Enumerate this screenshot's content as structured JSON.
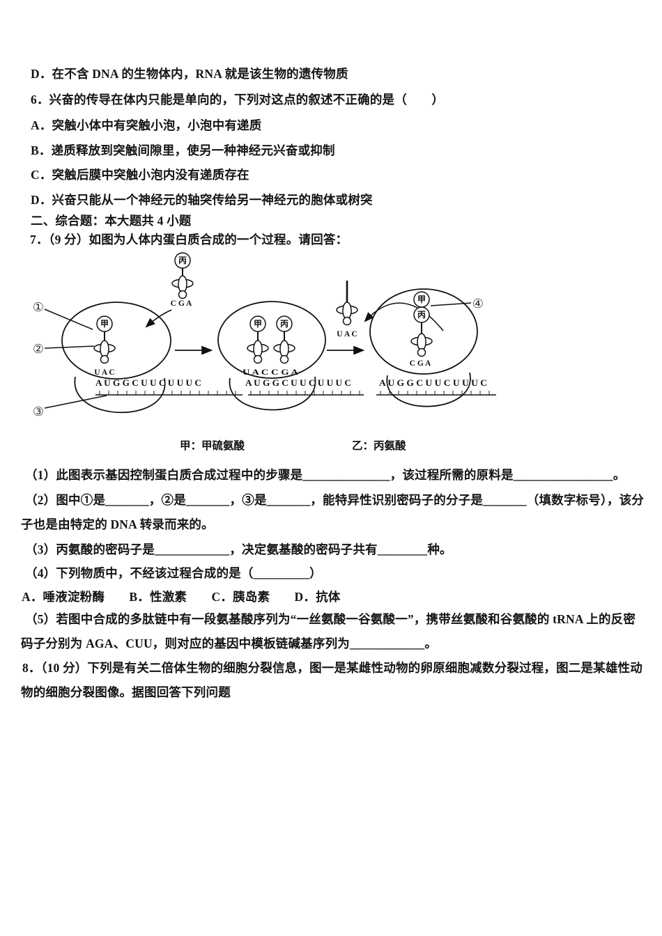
{
  "doc": {
    "lines": [
      "D．在不含 DNA 的生物体内，RNA 就是该生物的遗传物质",
      "6．兴奋的传导在体内只能是单向的，下列对这点的叙述不正确的是（　　）",
      "A．突触小体中有突触小泡，小泡中有递质",
      "B．递质释放到突触间隙里，使另一种神经元兴奋或抑制",
      "C．突触后膜中突触小泡内没有递质存在",
      "D．兴奋只能从一个神经元的轴突传给另一神经元的胞体或树突",
      "二、综合题：本大题共 4 小题",
      "7．（9 分）如图为人体内蛋白质合成的一个过程。请回答：",
      "（1）此图表示基因控制蛋白质合成过程中的步骤是______________，该过程所需的原料是________________。",
      "（2）图中①是_______，②是_______，③是_______，能特异性识别密码子的分子是_______（填数字标号），该分",
      "子也是由特定的 DNA 转录而来的。",
      "（3）丙氨酸的密码子是____________，决定氨基酸的密码子共有________种。",
      "（4）下列物质中，不经该过程合成的是（_________）",
      "A．唾液淀粉酶　　B．性激素　　C．胰岛素　　D．抗体",
      "（5）若图中合成的多肽链中有一段氨基酸序列为“一丝氨酸一谷氨酸一”，携带丝氨酸和谷氨酸的 tRNA 上的反密",
      "码子分别为 AGA、CUU，则对应的基因中模板链碱基序列为____________。",
      "8．（10 分）下列是有关二倍体生物的细胞分裂信息，图一是某雌性动物的卵原细胞减数分裂过程，图二是某雄性动",
      "物的细胞分裂图像。据图回答下列问题"
    ]
  },
  "figure": {
    "amino_jia": "甲",
    "amino_bing": "丙",
    "anticodon_uac": "U A C",
    "anticodon_cga": "C G A",
    "anticodon_uaccga": "U A C C G A",
    "mrna_sequence": "A U G G C U U C U U U C",
    "callouts": [
      "①",
      "②",
      "③",
      "④"
    ],
    "caption_left": "甲：甲硫氨酸",
    "caption_right": "乙：丙氨酸"
  }
}
